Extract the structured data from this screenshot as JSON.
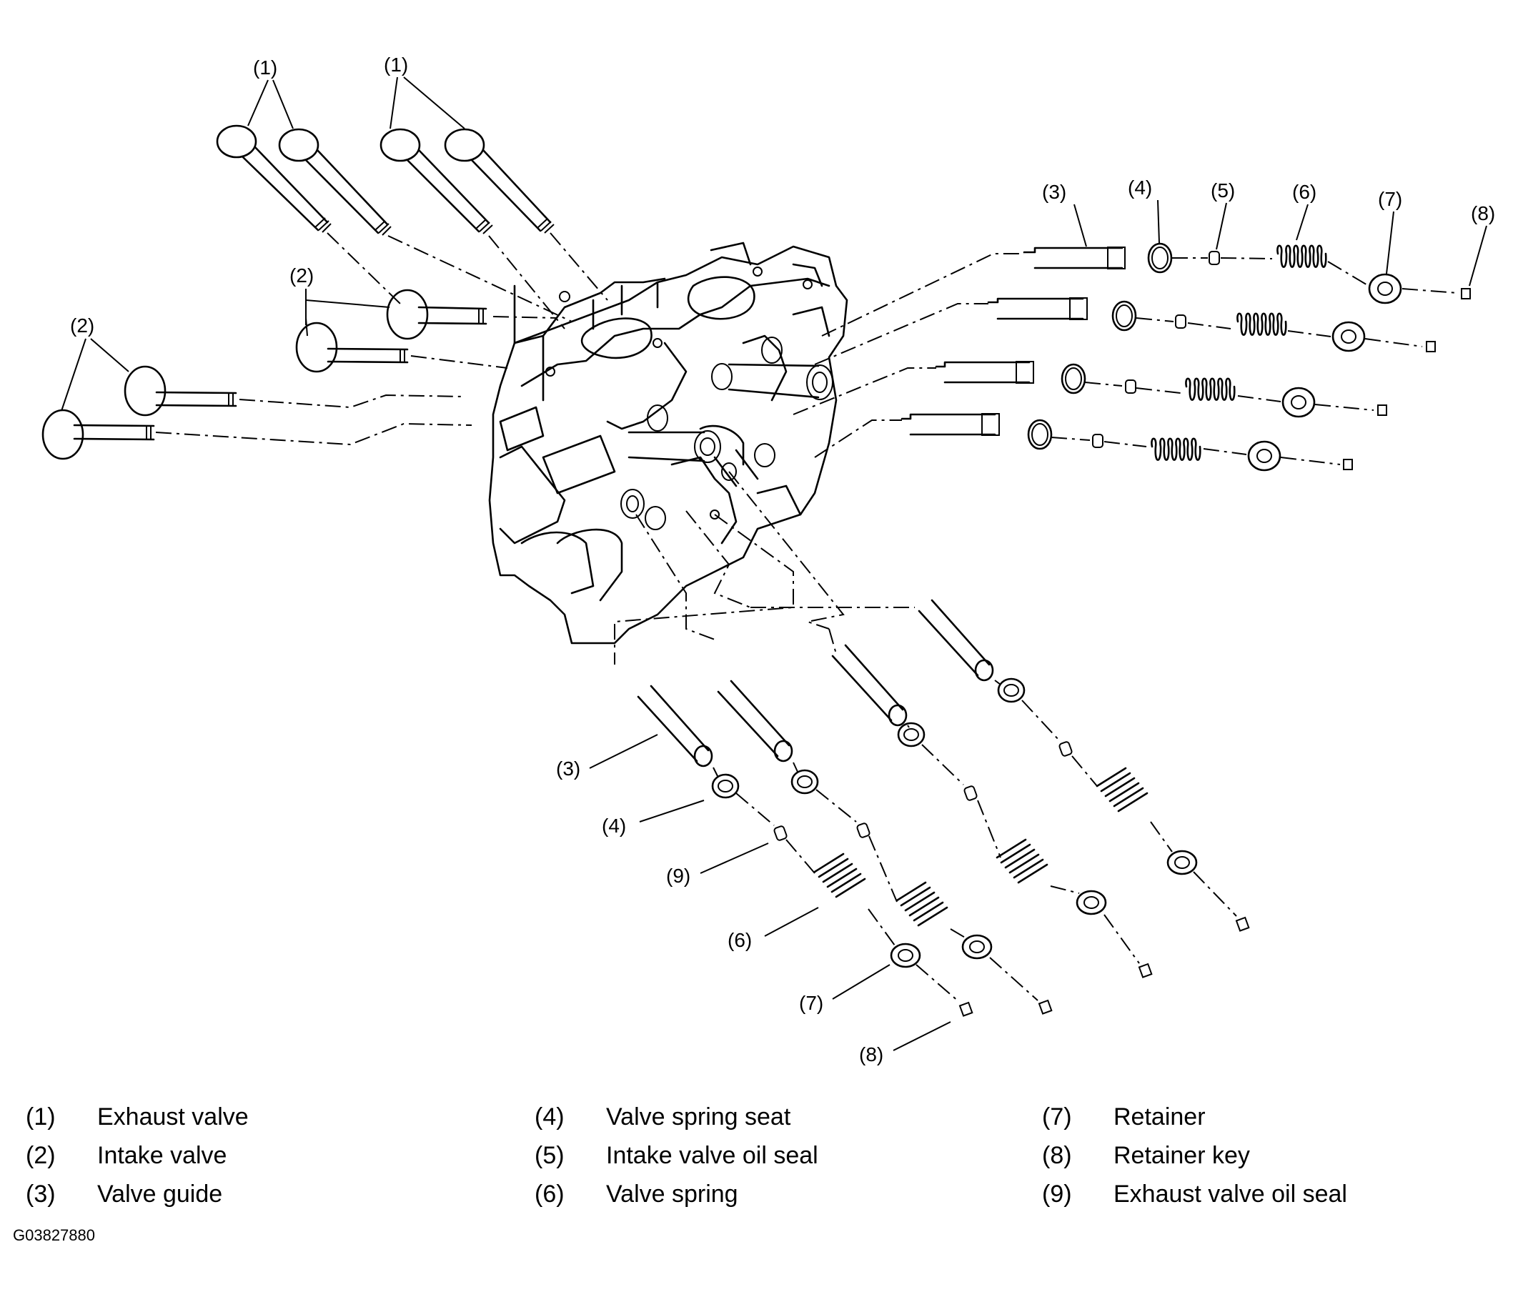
{
  "callouts": {
    "exhaust_valve": "(1)",
    "intake_valve": "(2)",
    "valve_guide": "(3)",
    "valve_spring_seat": "(4)",
    "intake_valve_oil_seal": "(5)",
    "valve_spring": "(6)",
    "retainer": "(7)",
    "retainer_key": "(8)",
    "exhaust_valve_oil_seal": "(9)"
  },
  "legend": [
    {
      "num": "(1)",
      "label": "Exhaust valve"
    },
    {
      "num": "(2)",
      "label": "Intake valve"
    },
    {
      "num": "(3)",
      "label": "Valve guide"
    },
    {
      "num": "(4)",
      "label": "Valve spring seat"
    },
    {
      "num": "(5)",
      "label": "Intake valve oil seal"
    },
    {
      "num": "(6)",
      "label": "Valve spring"
    },
    {
      "num": "(7)",
      "label": "Retainer"
    },
    {
      "num": "(8)",
      "label": "Retainer key"
    },
    {
      "num": "(9)",
      "label": "Exhaust valve oil seal"
    }
  ],
  "figure_id": "G03827880"
}
